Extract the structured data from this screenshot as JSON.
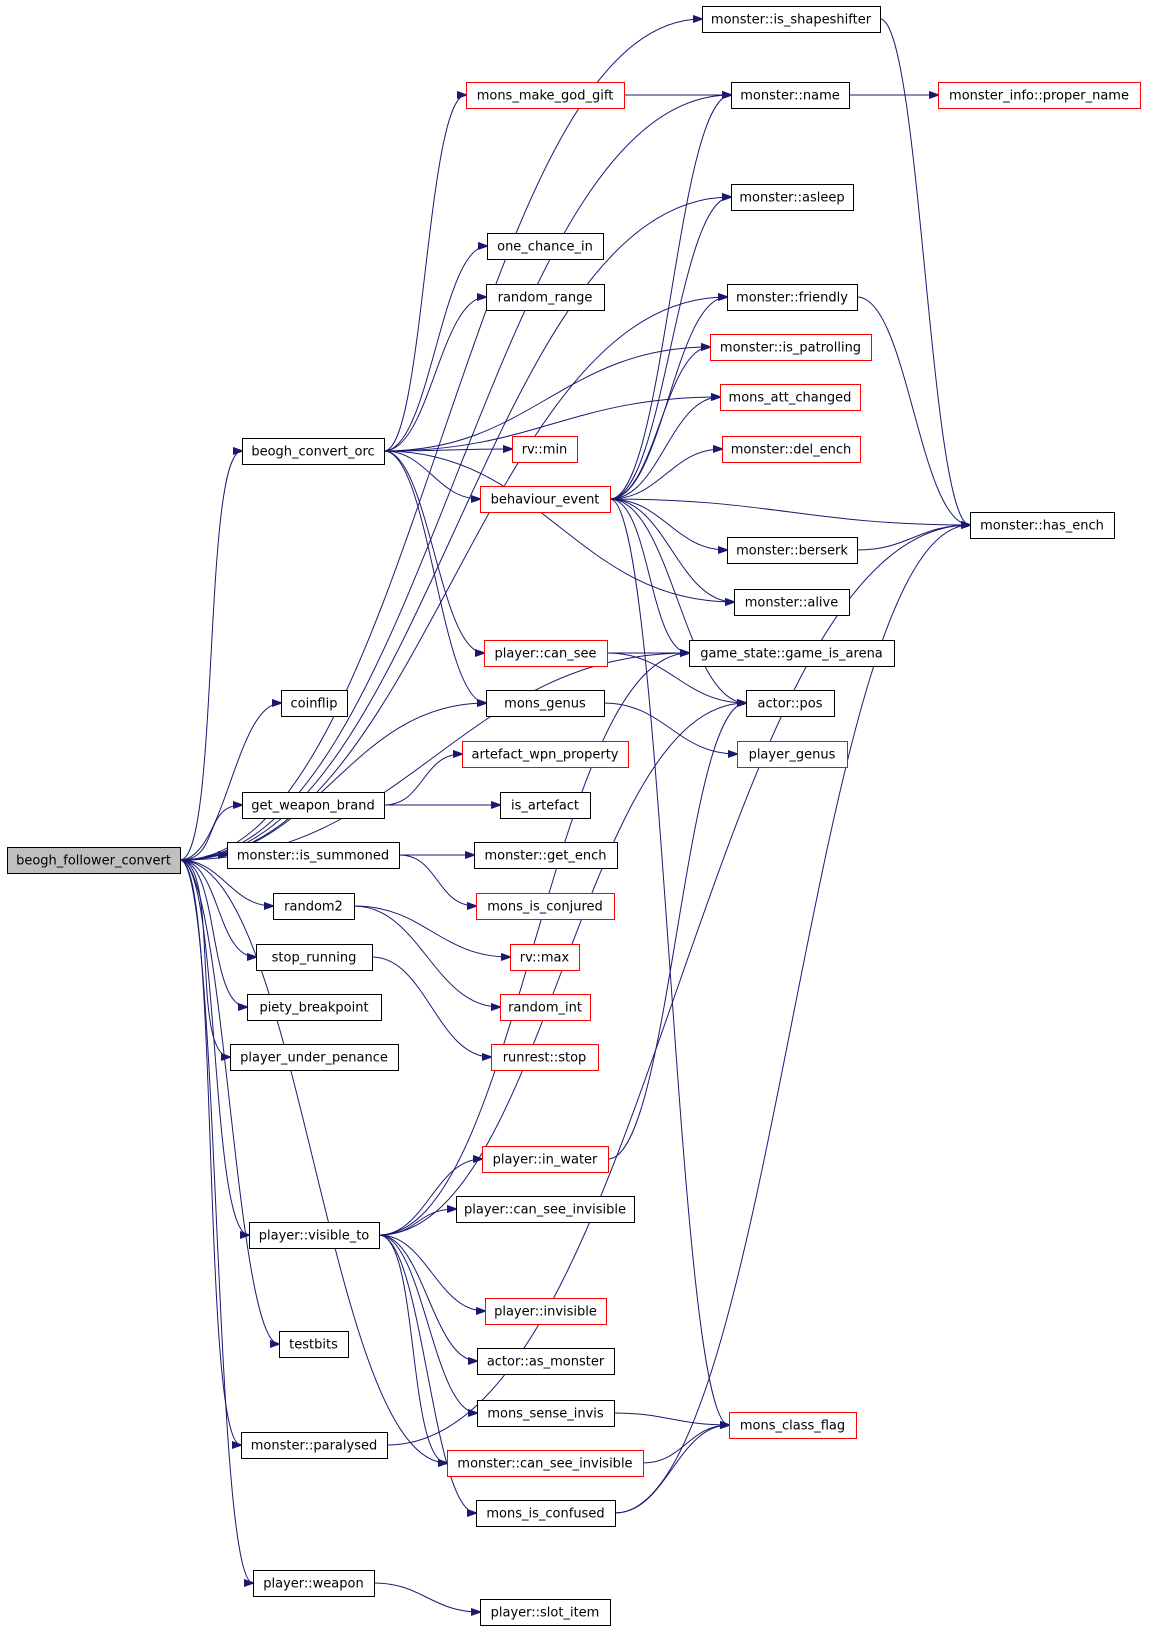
{
  "graph": {
    "root": "beogh_follower_convert",
    "nodes": [
      {
        "id": "beogh_follower_convert",
        "label": "beogh_follower_convert",
        "root": true
      },
      {
        "id": "beogh_convert_orc",
        "label": "beogh_convert_orc"
      },
      {
        "id": "coinflip",
        "label": "coinflip"
      },
      {
        "id": "get_weapon_brand",
        "label": "get_weapon_brand"
      },
      {
        "id": "monster_is_summoned",
        "label": "monster::is_summoned"
      },
      {
        "id": "random2",
        "label": "random2"
      },
      {
        "id": "stop_running",
        "label": "stop_running"
      },
      {
        "id": "piety_breakpoint",
        "label": "piety_breakpoint"
      },
      {
        "id": "player_under_penance",
        "label": "player_under_penance"
      },
      {
        "id": "player_visible_to",
        "label": "player::visible_to"
      },
      {
        "id": "testbits",
        "label": "testbits"
      },
      {
        "id": "monster_paralysed",
        "label": "monster::paralysed"
      },
      {
        "id": "player_weapon",
        "label": "player::weapon"
      },
      {
        "id": "mons_make_god_gift",
        "label": "mons_make_god_gift",
        "red": true
      },
      {
        "id": "one_chance_in",
        "label": "one_chance_in"
      },
      {
        "id": "random_range",
        "label": "random_range"
      },
      {
        "id": "rv_min",
        "label": "rv::min",
        "red": true
      },
      {
        "id": "behaviour_event",
        "label": "behaviour_event",
        "red": true
      },
      {
        "id": "player_can_see",
        "label": "player::can_see",
        "red": true
      },
      {
        "id": "mons_genus",
        "label": "mons_genus"
      },
      {
        "id": "artefact_wpn_property",
        "label": "artefact_wpn_property",
        "red": true
      },
      {
        "id": "is_artefact",
        "label": "is_artefact"
      },
      {
        "id": "monster_get_ench",
        "label": "monster::get_ench"
      },
      {
        "id": "mons_is_conjured",
        "label": "mons_is_conjured",
        "red": true
      },
      {
        "id": "rv_max",
        "label": "rv::max",
        "red": true
      },
      {
        "id": "random_int",
        "label": "random_int",
        "red": true
      },
      {
        "id": "runrest_stop",
        "label": "runrest::stop",
        "red": true
      },
      {
        "id": "player_in_water",
        "label": "player::in_water",
        "red": true
      },
      {
        "id": "player_can_see_invisible",
        "label": "player::can_see_invisible"
      },
      {
        "id": "player_invisible",
        "label": "player::invisible",
        "red": true
      },
      {
        "id": "actor_as_monster",
        "label": "actor::as_monster"
      },
      {
        "id": "mons_sense_invis",
        "label": "mons_sense_invis"
      },
      {
        "id": "monster_can_see_invisible",
        "label": "monster::can_see_invisible",
        "red": true
      },
      {
        "id": "mons_is_confused",
        "label": "mons_is_confused"
      },
      {
        "id": "player_slot_item",
        "label": "player::slot_item"
      },
      {
        "id": "monster_is_shapeshifter",
        "label": "monster::is_shapeshifter"
      },
      {
        "id": "monster_name",
        "label": "monster::name"
      },
      {
        "id": "monster_asleep",
        "label": "monster::asleep"
      },
      {
        "id": "monster_friendly",
        "label": "monster::friendly"
      },
      {
        "id": "monster_is_patrolling",
        "label": "monster::is_patrolling",
        "red": true
      },
      {
        "id": "mons_att_changed",
        "label": "mons_att_changed",
        "red": true
      },
      {
        "id": "monster_del_ench",
        "label": "monster::del_ench",
        "red": true
      },
      {
        "id": "monster_berserk",
        "label": "monster::berserk"
      },
      {
        "id": "monster_alive",
        "label": "monster::alive"
      },
      {
        "id": "game_state_game_is_arena",
        "label": "game_state::game_is_arena"
      },
      {
        "id": "actor_pos",
        "label": "actor::pos"
      },
      {
        "id": "player_genus",
        "label": "player_genus",
        "red": true
      },
      {
        "id": "mons_class_flag",
        "label": "mons_class_flag",
        "red": true
      },
      {
        "id": "monster_info_proper_name",
        "label": "monster_info::proper_name",
        "red": true
      },
      {
        "id": "monster_has_ench",
        "label": "monster::has_ench"
      }
    ],
    "edges": [
      [
        "beogh_follower_convert",
        "monster_is_shapeshifter"
      ],
      [
        "beogh_follower_convert",
        "monster_name"
      ],
      [
        "beogh_follower_convert",
        "monster_asleep"
      ],
      [
        "beogh_follower_convert",
        "monster_friendly"
      ],
      [
        "beogh_follower_convert",
        "beogh_convert_orc"
      ],
      [
        "beogh_follower_convert",
        "game_state_game_is_arena"
      ],
      [
        "beogh_follower_convert",
        "coinflip"
      ],
      [
        "beogh_follower_convert",
        "mons_genus"
      ],
      [
        "beogh_follower_convert",
        "get_weapon_brand"
      ],
      [
        "beogh_follower_convert",
        "monster_is_summoned"
      ],
      [
        "beogh_follower_convert",
        "random2"
      ],
      [
        "beogh_follower_convert",
        "stop_running"
      ],
      [
        "beogh_follower_convert",
        "piety_breakpoint"
      ],
      [
        "beogh_follower_convert",
        "player_under_penance"
      ],
      [
        "beogh_follower_convert",
        "player_visible_to"
      ],
      [
        "beogh_follower_convert",
        "testbits"
      ],
      [
        "beogh_follower_convert",
        "monster_paralysed"
      ],
      [
        "beogh_follower_convert",
        "player_weapon"
      ],
      [
        "beogh_follower_convert",
        "monster_can_see_invisible"
      ],
      [
        "beogh_convert_orc",
        "mons_make_god_gift"
      ],
      [
        "beogh_convert_orc",
        "one_chance_in"
      ],
      [
        "beogh_convert_orc",
        "random_range"
      ],
      [
        "beogh_convert_orc",
        "monster_is_patrolling"
      ],
      [
        "beogh_convert_orc",
        "mons_att_changed"
      ],
      [
        "beogh_convert_orc",
        "rv_min"
      ],
      [
        "beogh_convert_orc",
        "behaviour_event"
      ],
      [
        "beogh_convert_orc",
        "monster_alive"
      ],
      [
        "beogh_convert_orc",
        "player_can_see"
      ],
      [
        "beogh_convert_orc",
        "mons_genus"
      ],
      [
        "mons_make_god_gift",
        "monster_name"
      ],
      [
        "monster_name",
        "monster_info_proper_name"
      ],
      [
        "monster_is_shapeshifter",
        "monster_has_ench"
      ],
      [
        "monster_friendly",
        "monster_has_ench"
      ],
      [
        "behaviour_event",
        "monster_name"
      ],
      [
        "behaviour_event",
        "monster_asleep"
      ],
      [
        "behaviour_event",
        "monster_friendly"
      ],
      [
        "behaviour_event",
        "monster_is_patrolling"
      ],
      [
        "behaviour_event",
        "mons_att_changed"
      ],
      [
        "behaviour_event",
        "monster_del_ench"
      ],
      [
        "behaviour_event",
        "monster_has_ench"
      ],
      [
        "behaviour_event",
        "monster_berserk"
      ],
      [
        "behaviour_event",
        "monster_alive"
      ],
      [
        "behaviour_event",
        "game_state_game_is_arena"
      ],
      [
        "behaviour_event",
        "actor_pos"
      ],
      [
        "behaviour_event",
        "mons_class_flag"
      ],
      [
        "monster_berserk",
        "monster_has_ench"
      ],
      [
        "player_can_see",
        "game_state_game_is_arena"
      ],
      [
        "player_can_see",
        "actor_pos"
      ],
      [
        "mons_genus",
        "player_genus"
      ],
      [
        "get_weapon_brand",
        "artefact_wpn_property"
      ],
      [
        "get_weapon_brand",
        "is_artefact"
      ],
      [
        "monster_is_summoned",
        "monster_get_ench"
      ],
      [
        "monster_is_summoned",
        "mons_is_conjured"
      ],
      [
        "random2",
        "rv_max"
      ],
      [
        "random2",
        "random_int"
      ],
      [
        "stop_running",
        "runrest_stop"
      ],
      [
        "player_visible_to",
        "game_state_game_is_arena"
      ],
      [
        "player_visible_to",
        "player_in_water"
      ],
      [
        "player_visible_to",
        "player_can_see_invisible"
      ],
      [
        "player_visible_to",
        "actor_pos"
      ],
      [
        "player_visible_to",
        "player_invisible"
      ],
      [
        "player_visible_to",
        "actor_as_monster"
      ],
      [
        "player_visible_to",
        "mons_sense_invis"
      ],
      [
        "player_visible_to",
        "monster_can_see_invisible"
      ],
      [
        "player_visible_to",
        "mons_is_confused"
      ],
      [
        "player_in_water",
        "actor_pos"
      ],
      [
        "mons_sense_invis",
        "mons_class_flag"
      ],
      [
        "monster_can_see_invisible",
        "mons_class_flag"
      ],
      [
        "mons_is_confused",
        "mons_class_flag"
      ],
      [
        "mons_is_confused",
        "monster_has_ench"
      ],
      [
        "monster_paralysed",
        "monster_has_ench"
      ],
      [
        "player_weapon",
        "player_slot_item"
      ]
    ]
  }
}
